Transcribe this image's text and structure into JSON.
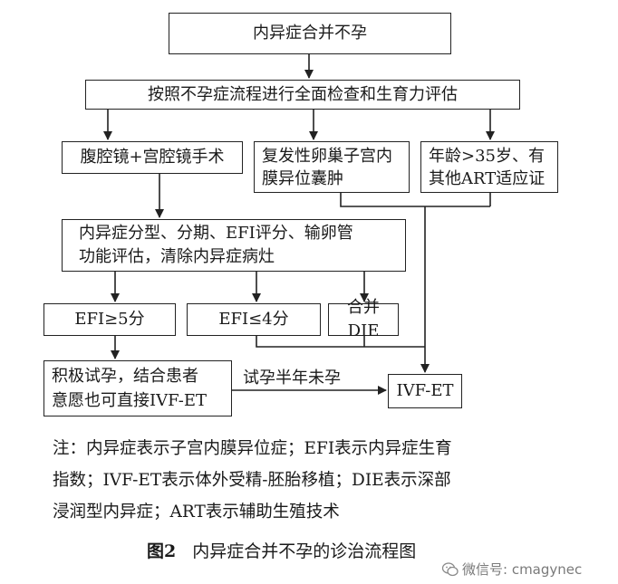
{
  "nodes": {
    "n1": "内异症合并不孕",
    "n2": "按照不孕症流程进行全面检查和生育力评估",
    "n3": "腹腔镜+宫腔镜手术",
    "n4_line1": "复发性卵巢子宫内",
    "n4_line2": "膜异位囊肿",
    "n5_line1": "年龄>35岁、有",
    "n5_line2": "其他ART适应证",
    "n6_line1": "内异症分型、分期、EFI评分、输卵管",
    "n6_line2": "功能评估，清除内异症病灶",
    "n7": "EFI≥5分",
    "n8": "EFI≤4分",
    "n9": "合并DIE",
    "n10_line1": "积极试孕，结合患者",
    "n10_line2": "意愿也可直接IVF-ET",
    "n11": "IVF-ET"
  },
  "edge_label": "试孕半年未孕",
  "note": [
    "注：内异症表示子宫内膜异位症；EFI表示内异症生育",
    "指数；IVF-ET表示体外受精-胚胎移植；DIE表示深部",
    "浸润型内异症；ART表示辅助生殖技术"
  ],
  "caption": {
    "label": "图2",
    "title": "内异症合并不孕的诊治流程图"
  },
  "watermark": {
    "icon": "wechat-icon",
    "text": "微信号: cmagynec"
  }
}
